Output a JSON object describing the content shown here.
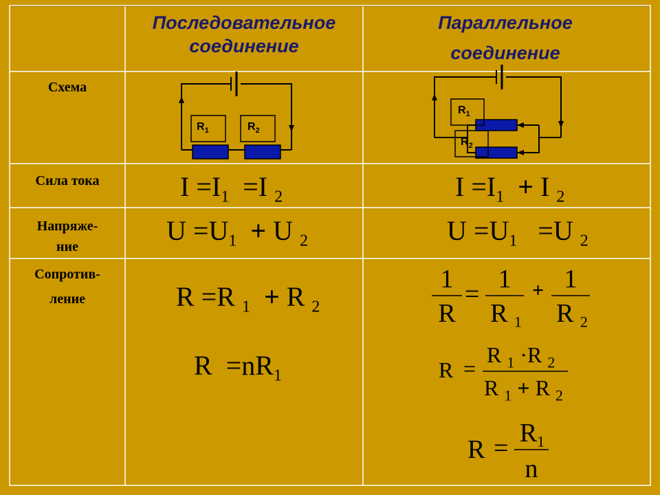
{
  "header": {
    "col_series": "Последовательное соединение",
    "col_parallel_line1": "Параллельное",
    "col_parallel_line2": "соединение"
  },
  "rows": {
    "scheme": "Схема",
    "current": "Сила тока",
    "voltage_line1": "Напряже-",
    "voltage_line2": "ние",
    "resistance_line1": "Сопротив-",
    "resistance_line2": "ление"
  },
  "diagram": {
    "r1": "R",
    "r2": "R",
    "sub1": "1",
    "sub2": "2"
  },
  "formulas": {
    "series_current": {
      "a": "I",
      "b": "I",
      "b_sub": "1",
      "c": "I",
      "c_sub": "2",
      "op1": "=",
      "op2": "="
    },
    "parallel_current": {
      "a": "I",
      "b": "I",
      "b_sub": "1",
      "c": "I",
      "c_sub": "2",
      "op1": "=",
      "op2": "+"
    },
    "series_voltage": {
      "a": "U",
      "b": "U",
      "b_sub": "1",
      "c": "U",
      "c_sub": "2",
      "op1": "=",
      "op2": "+"
    },
    "parallel_voltage": {
      "a": "U",
      "b": "U",
      "b_sub": "1",
      "c": "U",
      "c_sub": "2",
      "op1": "=",
      "op2": "="
    },
    "series_resistance": {
      "a": "R",
      "b": "R",
      "b_sub": "1",
      "c": "R",
      "c_sub": "2",
      "op1": "=",
      "op2": "+"
    },
    "series_resistance_n": {
      "a": "R",
      "op": "=",
      "b": "nR",
      "b_sub": "1"
    },
    "parallel_inverse": {
      "num": "1",
      "den_a": "R",
      "op1": "=",
      "den_b": "R",
      "den_b_sub": "1",
      "op2": "+",
      "den_c": "R",
      "den_c_sub": "2"
    },
    "parallel_product": {
      "lhs": "R",
      "op": "=",
      "num_a": "R",
      "num_a_sub": "1",
      "num_dot": "·",
      "num_b": "R",
      "num_b_sub": "2",
      "den_a": "R",
      "den_a_sub": "1",
      "den_plus": "+",
      "den_b": "R",
      "den_b_sub": "2"
    },
    "parallel_n": {
      "lhs": "R",
      "op": "=",
      "num": "R",
      "num_sub": "1",
      "den": "n"
    }
  },
  "colors": {
    "background": "#cc9900",
    "header_text": "#1a1a6b",
    "resistor": "#0a1aa8"
  }
}
